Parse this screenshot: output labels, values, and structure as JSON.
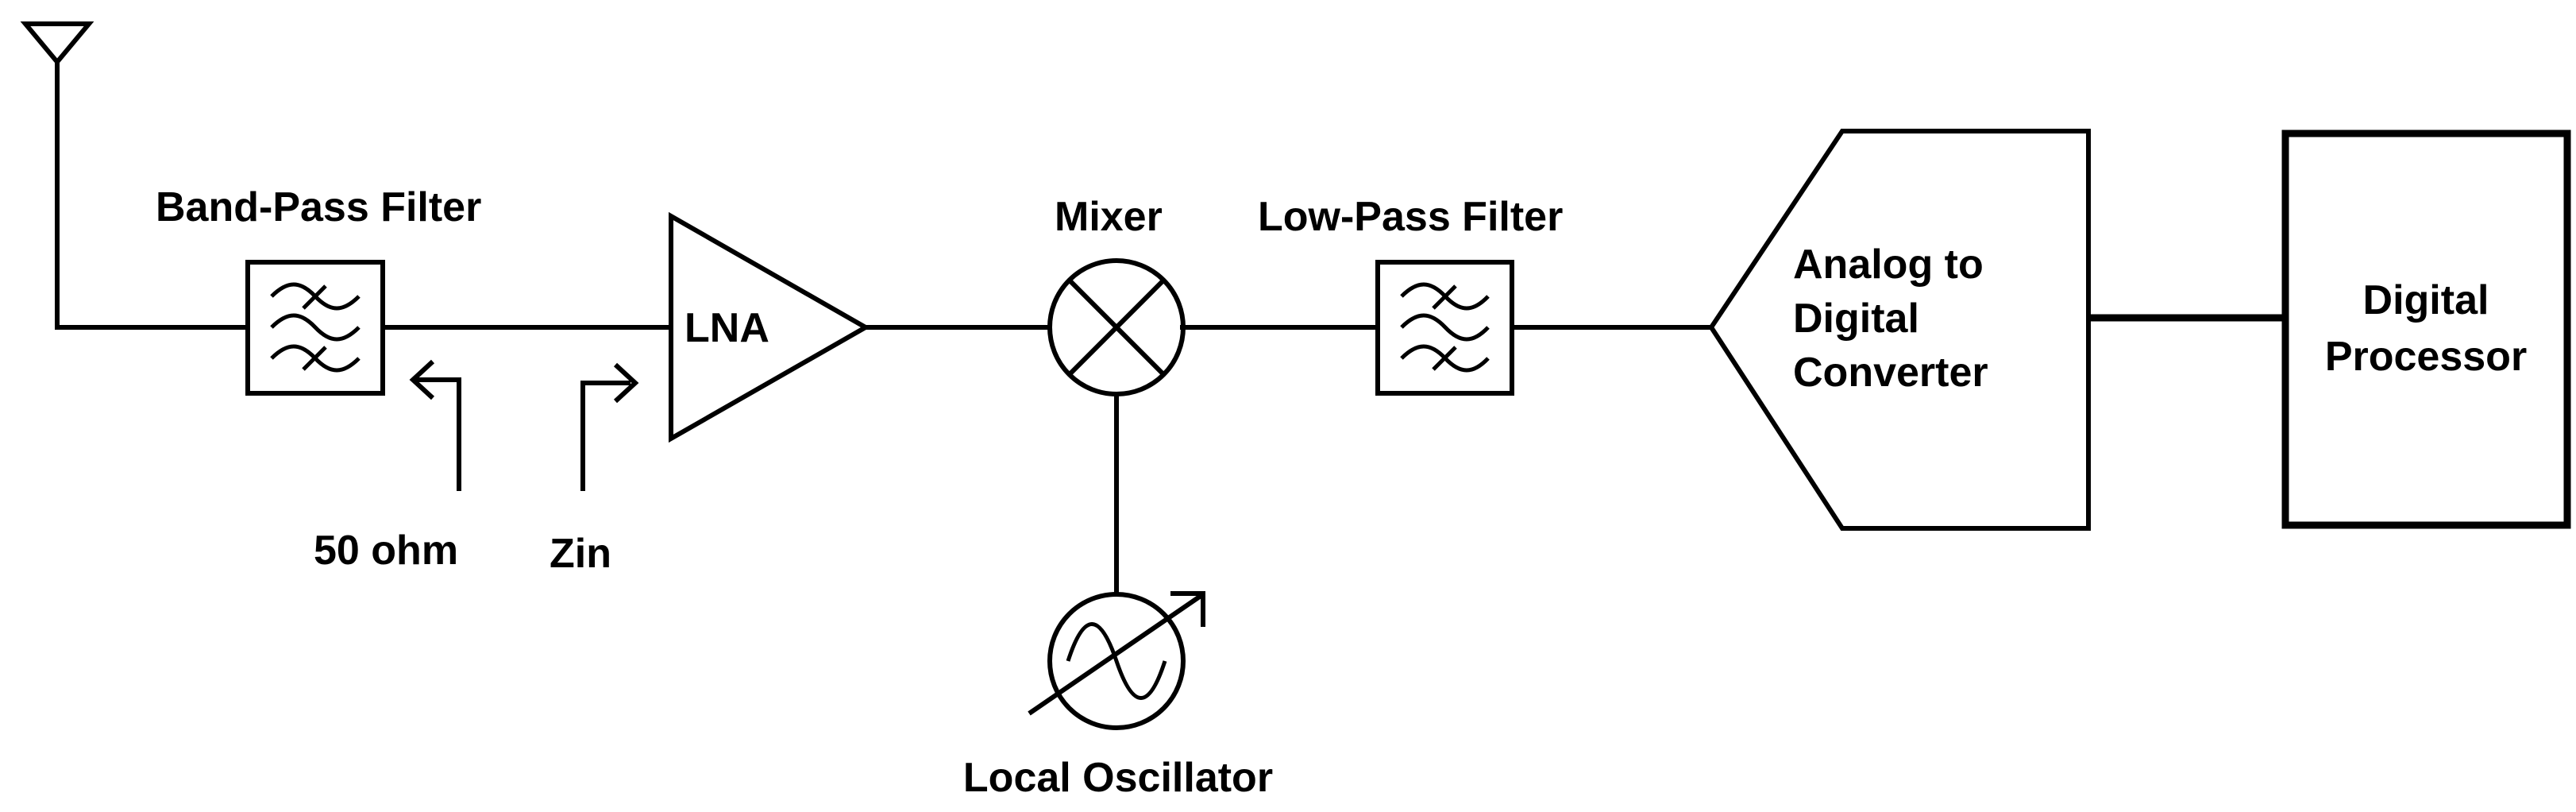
{
  "labels": {
    "band_pass_filter": "Band-Pass Filter",
    "lna": "LNA",
    "mixer": "Mixer",
    "low_pass_filter": "Low-Pass Filter",
    "adc_line1": "Analog to",
    "adc_line2": "Digital",
    "adc_line3": "Converter",
    "dsp_line1": "Digital",
    "dsp_line2": "Processor",
    "impedance_left": "50 ohm",
    "impedance_right": "Zin",
    "local_oscillator": "Local Oscillator"
  },
  "colors": {
    "stroke": "#000000",
    "background": "#ffffff"
  }
}
